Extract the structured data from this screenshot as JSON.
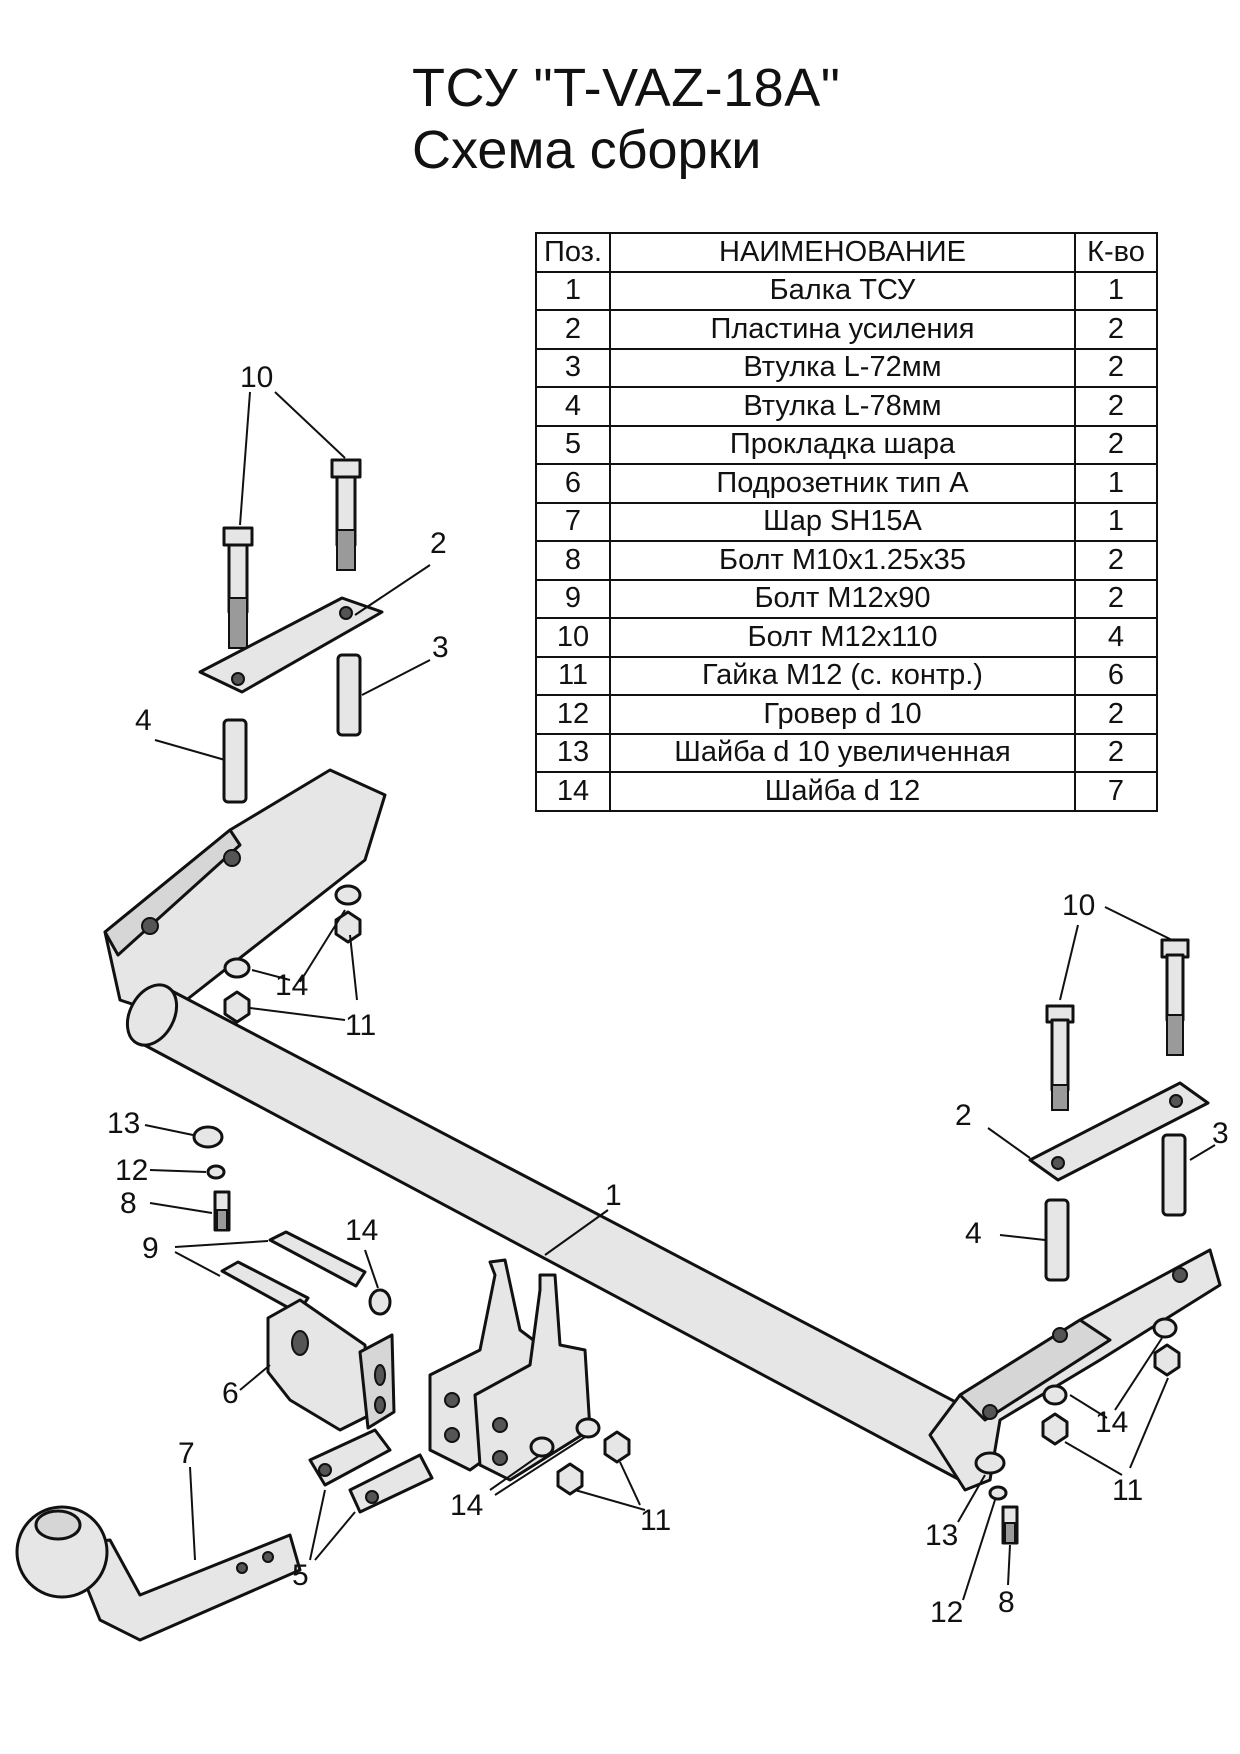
{
  "title": "ТСУ \"T-VAZ-18A\"",
  "subtitle": "Схема сборки",
  "table": {
    "headers": [
      "Поз.",
      "НАИМЕНОВАНИЕ",
      "К-во"
    ],
    "rows": [
      [
        "1",
        "Балка ТСУ",
        "1"
      ],
      [
        "2",
        "Пластина усиления",
        "2"
      ],
      [
        "3",
        "Втулка L-72мм",
        "2"
      ],
      [
        "4",
        "Втулка L-78мм",
        "2"
      ],
      [
        "5",
        "Прокладка шара",
        "2"
      ],
      [
        "6",
        "Подрозетник тип А",
        "1"
      ],
      [
        "7",
        "Шар SH15A",
        "1"
      ],
      [
        "8",
        "Болт М10х1.25х35",
        "2"
      ],
      [
        "9",
        "Болт М12х90",
        "2"
      ],
      [
        "10",
        "Болт М12х110",
        "4"
      ],
      [
        "11",
        "Гайка М12 (с. контр.)",
        "6"
      ],
      [
        "12",
        "Гровер d 10",
        "2"
      ],
      [
        "13",
        "Шайба d 10 увеличенная",
        "2"
      ],
      [
        "14",
        "Шайба d 12",
        "7"
      ]
    ]
  },
  "callouts": {
    "c10a": "10",
    "c2a": "2",
    "c3a": "3",
    "c4a": "4",
    "c14a": "14",
    "c11a": "11",
    "c13a": "13",
    "c12a": "12",
    "c8a": "8",
    "c9": "9",
    "c14b": "14",
    "c6": "6",
    "c7": "7",
    "c5": "5",
    "c14c": "14",
    "c11b": "11",
    "c1": "1",
    "c10b": "10",
    "c2b": "2",
    "c3b": "3",
    "c4b": "4",
    "c14d": "14",
    "c11c": "11",
    "c13b": "13",
    "c12b": "12",
    "c8b": "8"
  }
}
